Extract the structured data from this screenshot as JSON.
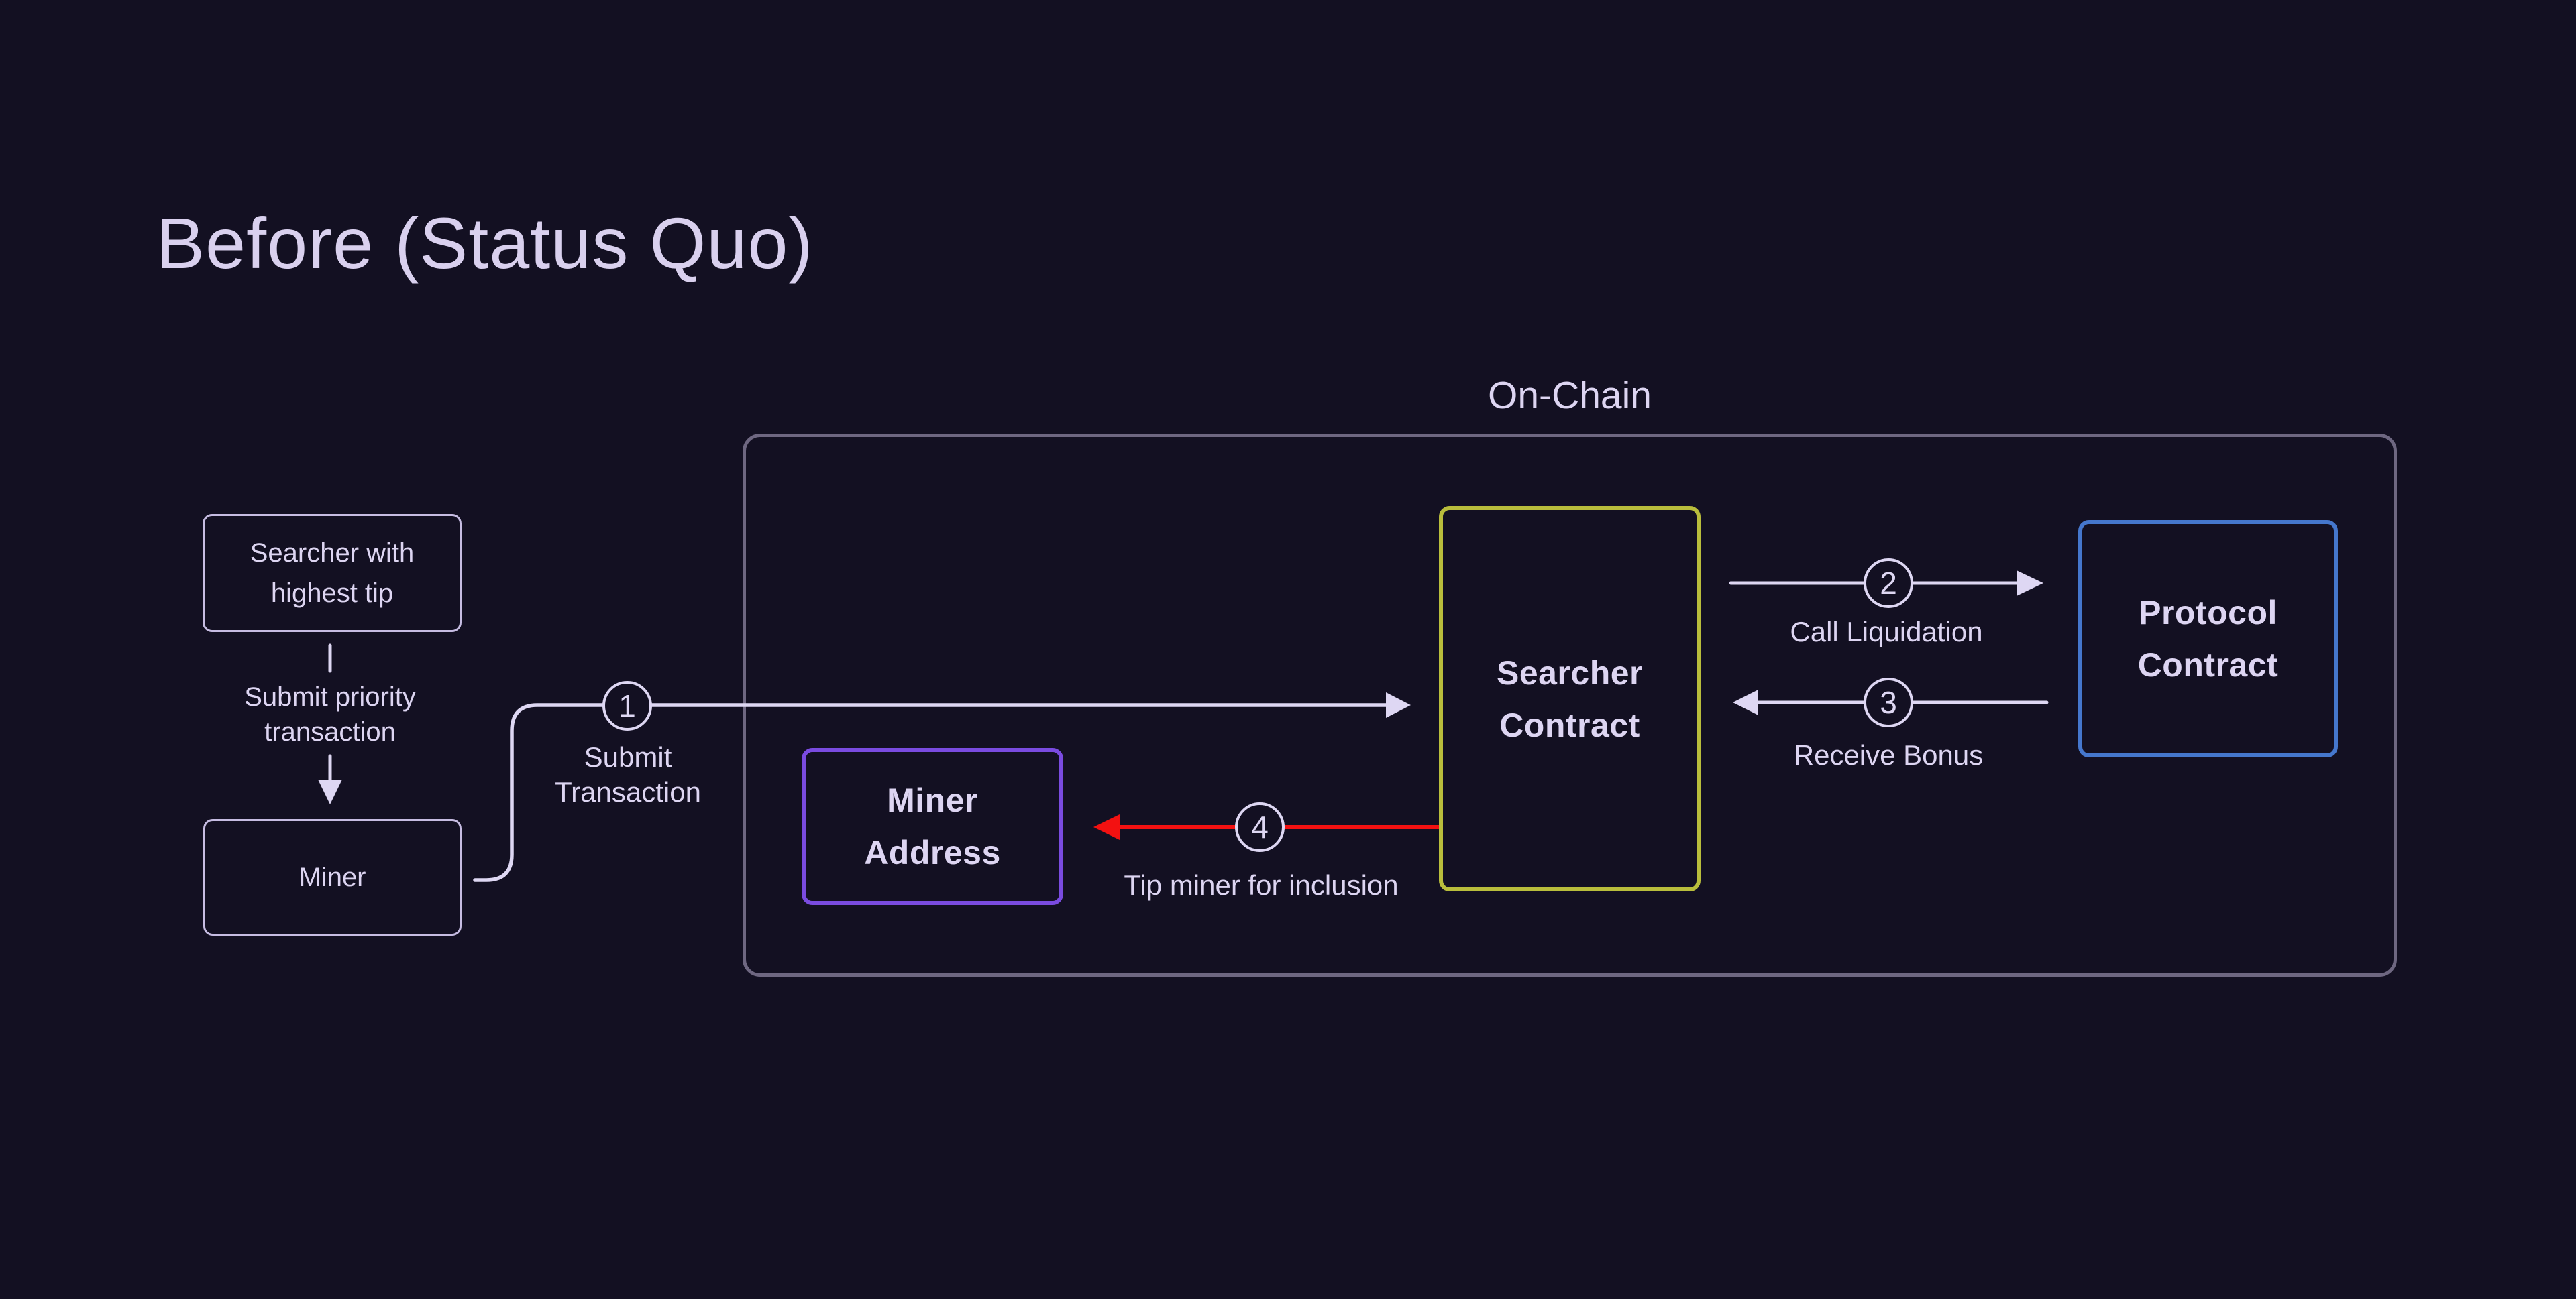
{
  "title": "Before (Status Quo)",
  "onchain": {
    "label": "On-Chain"
  },
  "nodes": {
    "searcher_tip": {
      "line1": "Searcher with",
      "line2": "highest tip"
    },
    "miner": {
      "label": "Miner"
    },
    "miner_address": {
      "line1": "Miner",
      "line2": "Address"
    },
    "searcher_contract": {
      "line1": "Searcher",
      "line2": "Contract"
    },
    "protocol_contract": {
      "line1": "Protocol",
      "line2": "Contract"
    }
  },
  "edges": {
    "submit_priority": {
      "line1": "Submit priority",
      "line2": "transaction"
    },
    "step1": {
      "num": "1",
      "line1": "Submit",
      "line2": "Transaction"
    },
    "step2": {
      "num": "2",
      "label": "Call Liquidation"
    },
    "step3": {
      "num": "3",
      "label": "Receive Bonus"
    },
    "step4": {
      "num": "4",
      "label": "Tip miner for inclusion"
    }
  },
  "colors": {
    "background": "#131022",
    "line": "#ded7f3",
    "text": "#ddd5f2",
    "title_color": "#d9d0ee",
    "container_border": "#6e6781",
    "searcher_contract_border": "#b9bd3c",
    "protocol_contract_border": "#4577cd",
    "miner_address_border": "#7a4be0",
    "tip_arrow": "#f31111",
    "side_box_border": "#c6bce2"
  }
}
